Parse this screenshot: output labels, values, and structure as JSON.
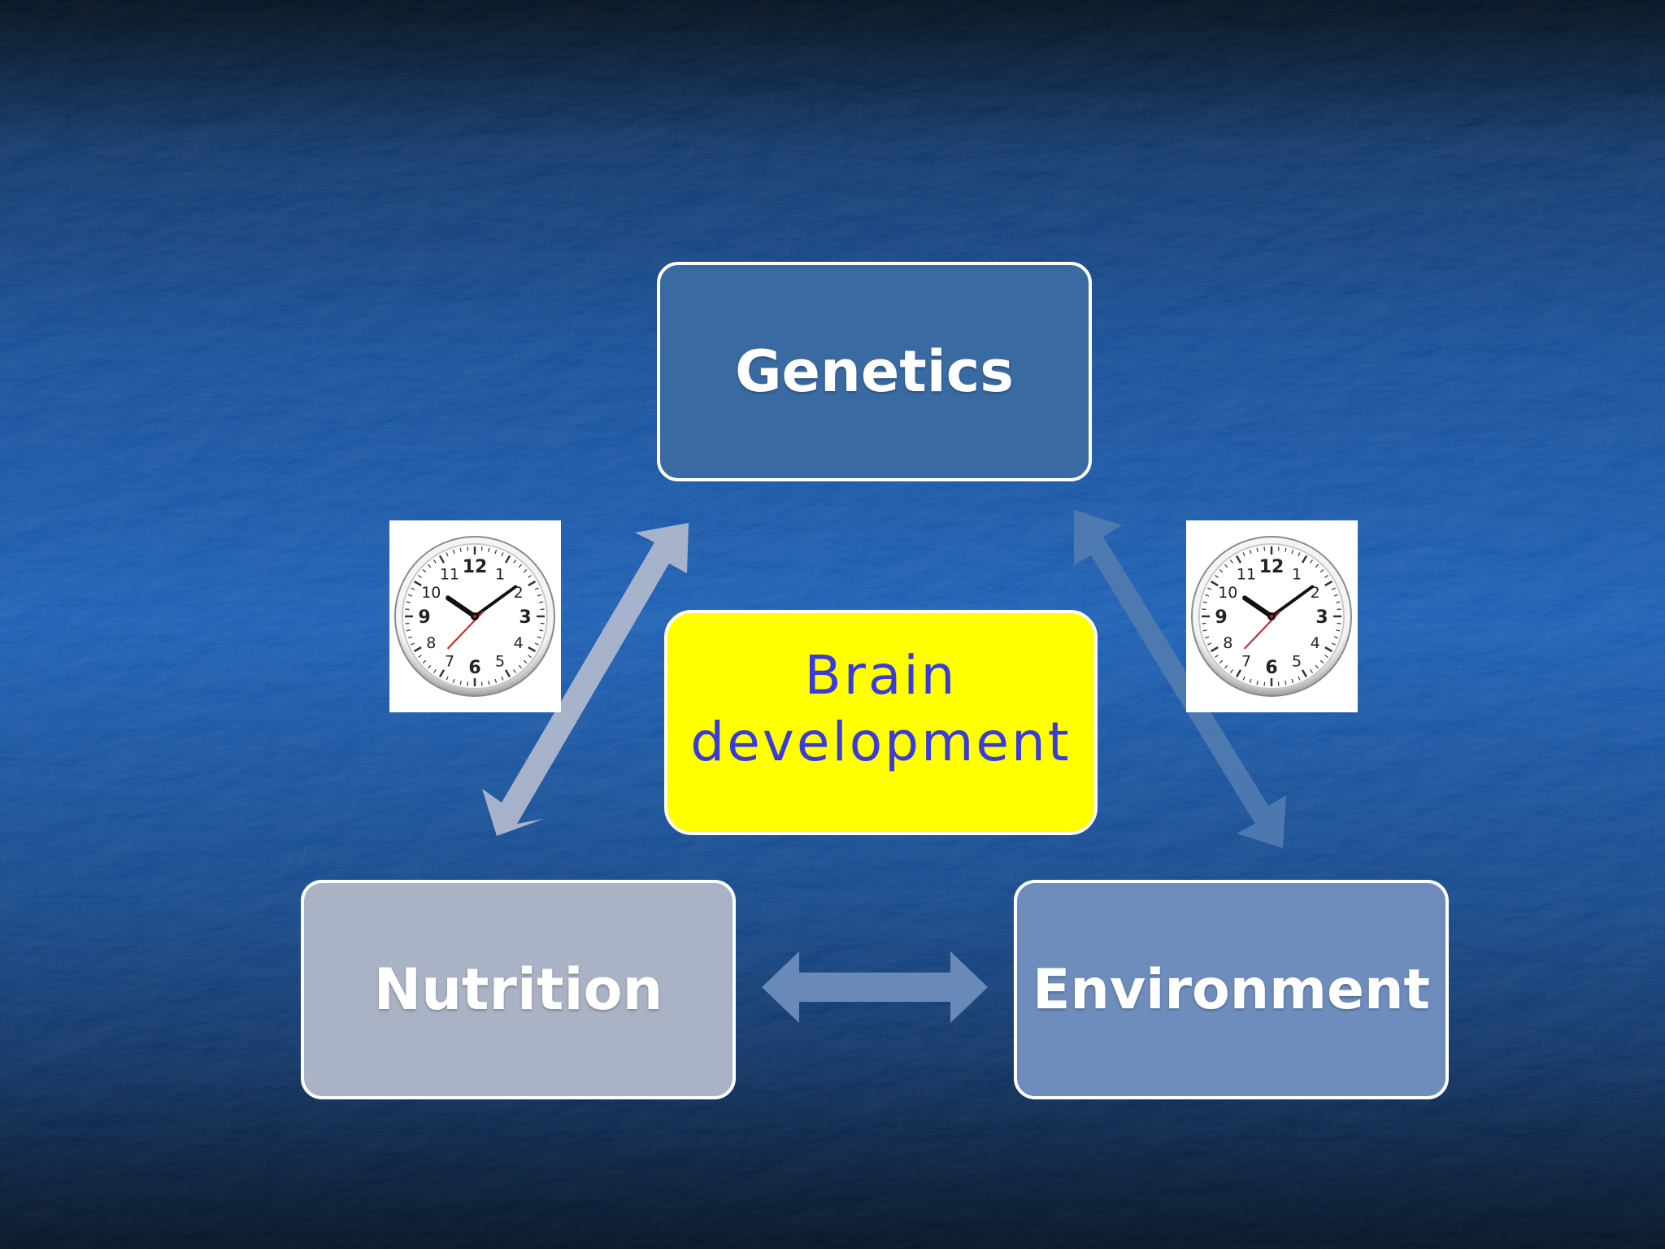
{
  "nodes": {
    "genetics": "Genetics",
    "nutrition": "Nutrition",
    "environment": "Environment",
    "center_line1": "Brain",
    "center_line2": "development"
  },
  "clock": {
    "numerals": [
      "12",
      "1",
      "2",
      "3",
      "4",
      "5",
      "6",
      "7",
      "8",
      "9",
      "10",
      "11"
    ],
    "time_shown": "10:09"
  },
  "colors": {
    "center_fill": "#ffff00",
    "center_text": "#3b3bdc",
    "genetics_fill": "#3a6aa2",
    "nutrition_fill": "#aab2c6",
    "environment_fill": "#6e8dbc"
  },
  "edges": [
    {
      "from": "genetics",
      "to": "nutrition",
      "type": "bidirectional-arrow"
    },
    {
      "from": "genetics",
      "to": "environment",
      "type": "bidirectional-arrow"
    },
    {
      "from": "nutrition",
      "to": "environment",
      "type": "bidirectional-arrow"
    }
  ]
}
